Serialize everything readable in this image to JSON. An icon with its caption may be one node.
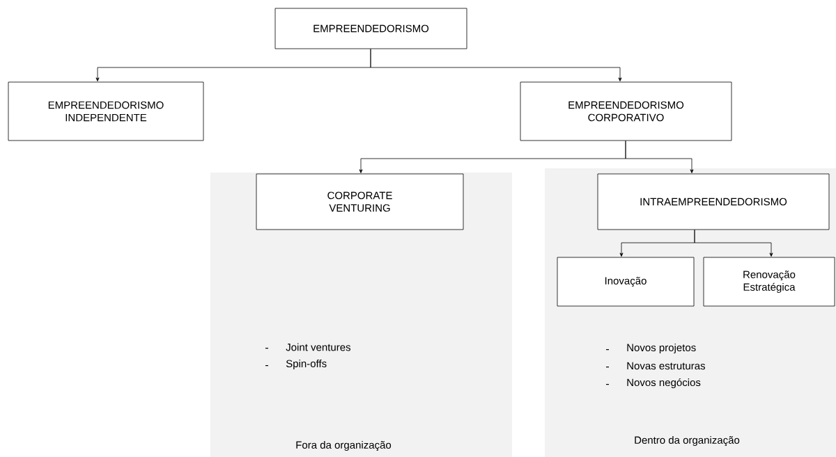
{
  "diagram": {
    "nodes": [
      {
        "text": [
          "EMPREENDEDORISMO"
        ]
      },
      {
        "text": [
          "EMPREENDEDORISMO INDEPENDENTE"
        ]
      },
      {
        "text": [
          "EMPREENDEDORISMO CORPORATIVO"
        ]
      },
      {
        "text": [
          "Joint ventures",
          "Spin-offs",
          "Fora da organização"
        ]
      },
      {
        "text": [
          "CORPORATE VENTURING"
        ],
        "in": 3
      },
      {
        "text": [
          "Novos projetos",
          "Novas estruturas",
          "Novos negócios",
          "Dentro da organização"
        ]
      },
      {
        "text": [
          "INTRAEMPREENDEDORISMO"
        ],
        "in": 5
      },
      {
        "text": [
          "Inovação"
        ],
        "in": 5
      },
      {
        "text": [
          "Renovação Estratégica"
        ],
        "in": 5
      }
    ],
    "edges": [
      {
        "from": 0,
        "to": 1,
        "arrow": "to"
      },
      {
        "from": 0,
        "to": 2,
        "arrow": "to"
      },
      {
        "from": 2,
        "to": 4,
        "arrow": "to"
      },
      {
        "from": 2,
        "to": 6,
        "arrow": "to"
      },
      {
        "from": 6,
        "to": 7,
        "arrow": "to"
      },
      {
        "from": 6,
        "to": 8,
        "arrow": "to"
      }
    ]
  }
}
